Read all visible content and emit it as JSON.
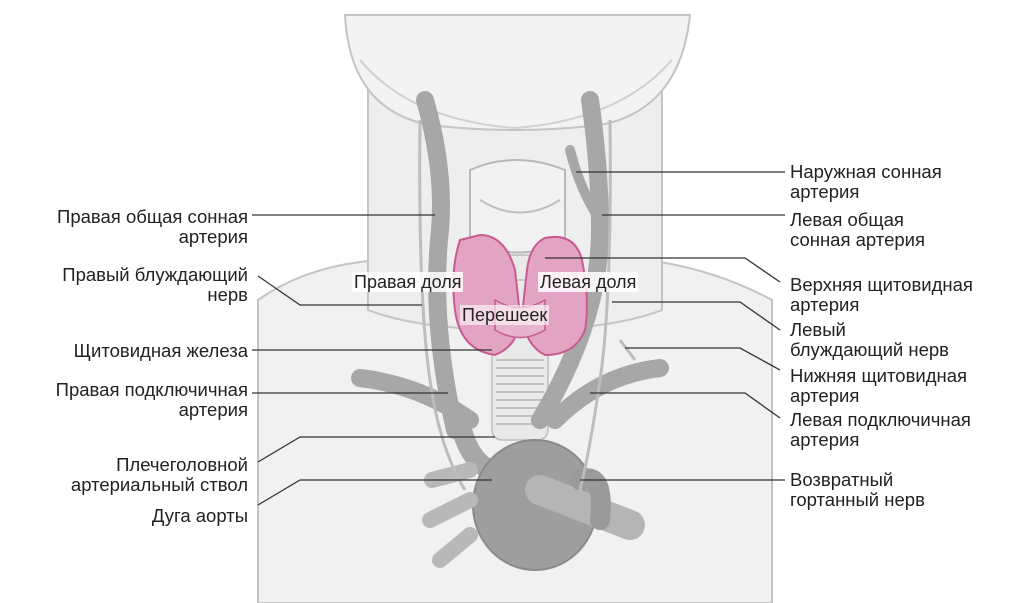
{
  "diagram": {
    "left_labels": {
      "right_common_carotid": "Правая общая сонная\nартерия",
      "right_vagus": "Правый блуждающий\nнерв",
      "thyroid_gland": "Щитовидная железа",
      "right_subclavian": "Правая подключичная\nартерия",
      "brachiocephalic_trunk": "Плечеголовной\nартериальный ствол",
      "aortic_arch": "Дуга аорты"
    },
    "right_labels": {
      "external_carotid": "Наружная сонная\nартерия",
      "left_common_carotid": "Левая общая\nсонная артерия",
      "superior_thyroid": "Верхняя щитовидная\nартерия",
      "left_vagus": "Левый\nблуждающий нерв",
      "inferior_thyroid": "Нижняя щитовидная\nартерия",
      "left_subclavian": "Левая подключичная\nартерия",
      "recurrent_laryngeal": "Возвратный\nгортанный нерв"
    },
    "inner_labels": {
      "right_lobe": "Правая доля",
      "left_lobe": "Левая доля",
      "isthmus": "Перешеек"
    },
    "colors": {
      "body": "#eeeeee",
      "outline": "#b9b9b9",
      "vessel": "#a6a6a6",
      "thyroid": "#e3a4c4",
      "thyroid_dark": "#c85b92",
      "leader": "#333333"
    }
  }
}
